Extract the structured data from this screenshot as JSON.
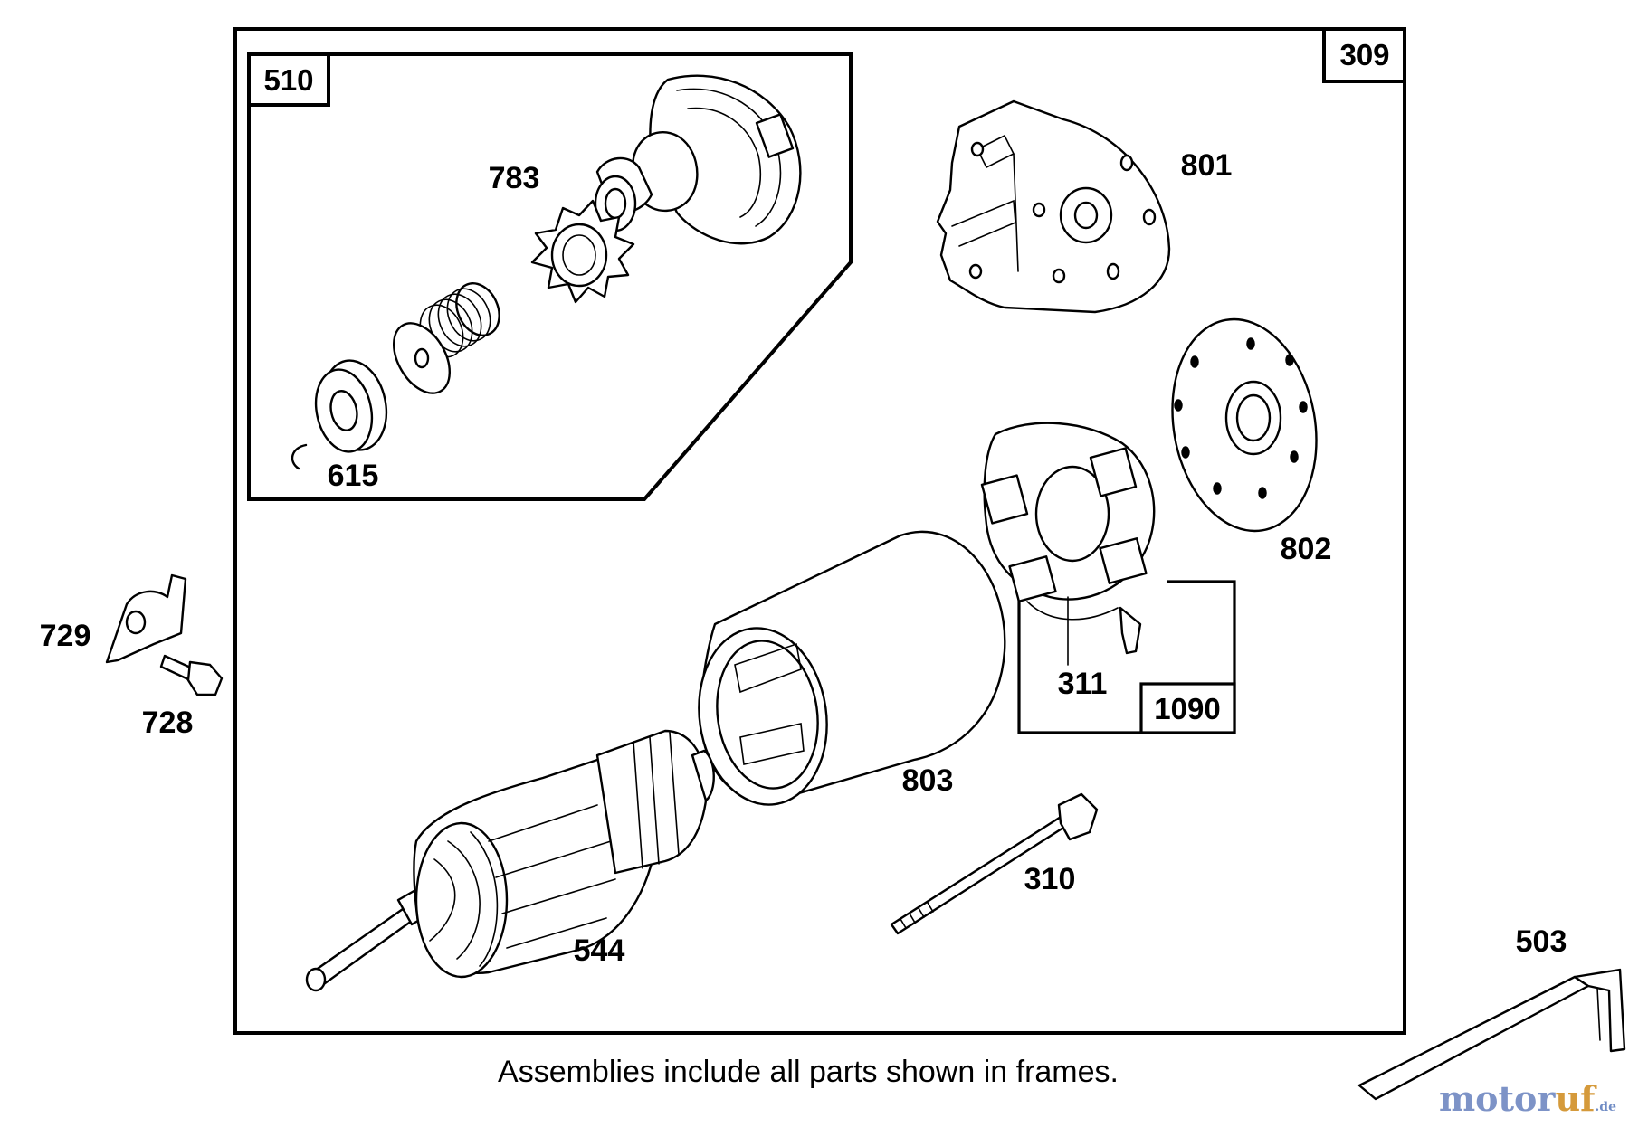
{
  "frames": {
    "outer": "309",
    "drive": "510",
    "brush": "1090"
  },
  "parts": {
    "p783": "783",
    "p615": "615",
    "p801": "801",
    "p802": "802",
    "p311": "311",
    "p803": "803",
    "p310": "310",
    "p544": "544",
    "p729": "729",
    "p728": "728",
    "p503": "503"
  },
  "caption": "Assemblies include all parts shown in frames.",
  "watermark": {
    "main": "motor",
    "accent": "uf",
    "suffix": ".de"
  }
}
